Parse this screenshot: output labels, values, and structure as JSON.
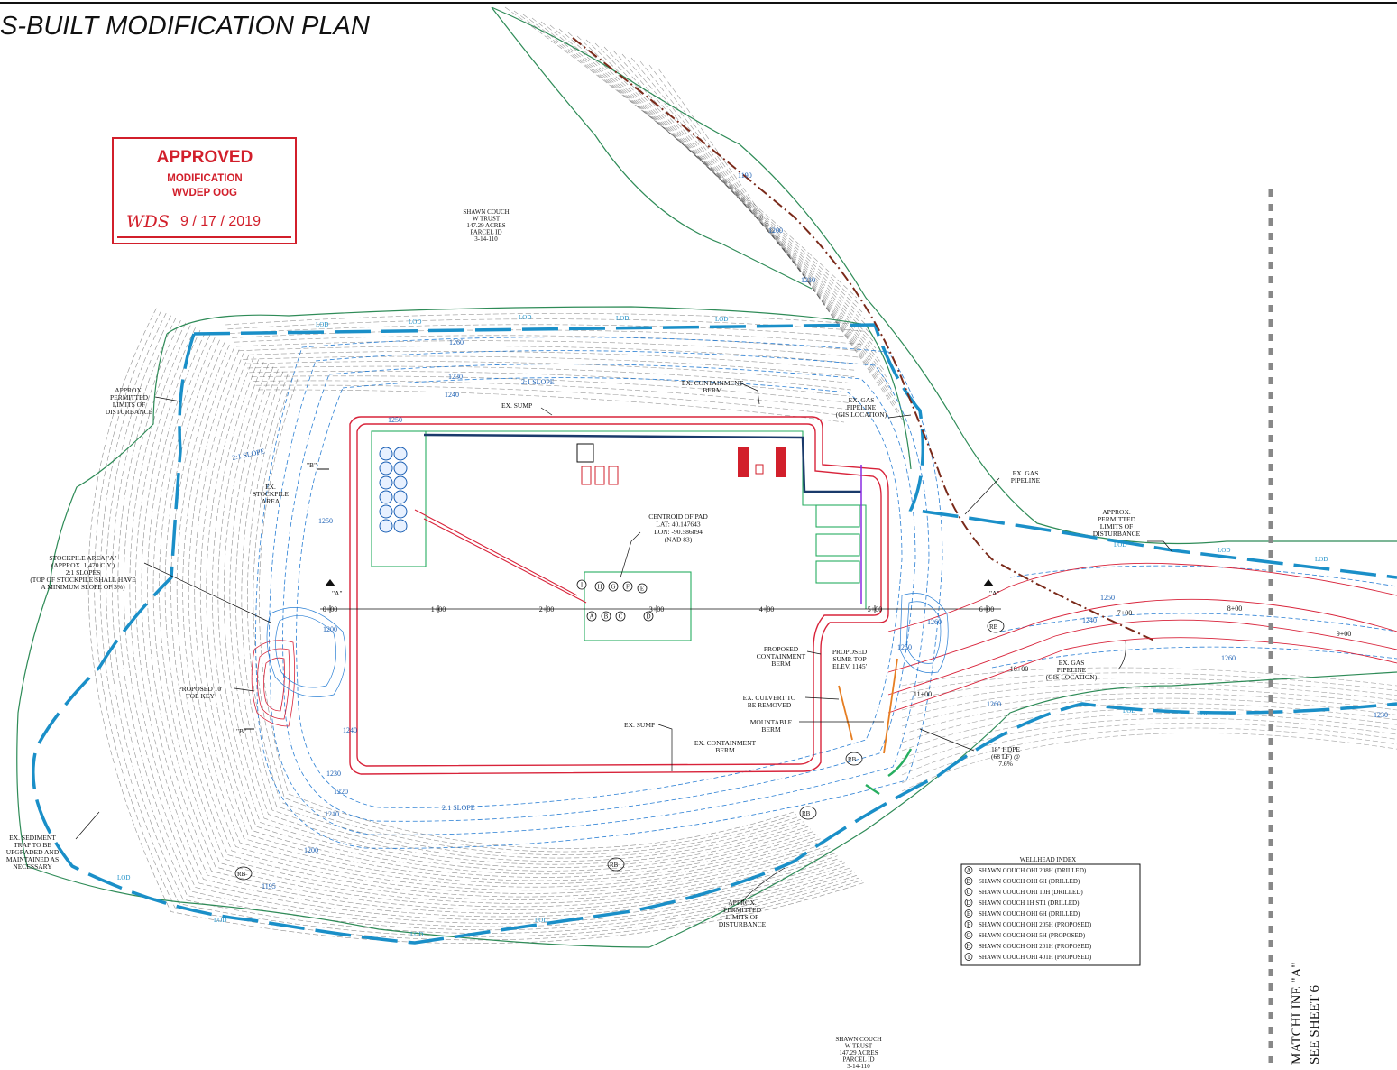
{
  "title": "S-BUILT MODIFICATION PLAN",
  "stamp": {
    "heading": "APPROVED",
    "line1": "MODIFICATION",
    "line2": "WVDEP OOG",
    "initials": "WDS",
    "date": "9 / 17 / 2019"
  },
  "parcel_top": [
    "SHAWN COUCH",
    "W TRUST",
    "147.29 ACRES",
    "PARCEL ID",
    "3-14-110"
  ],
  "parcel_bottom": [
    "SHAWN COUCH",
    "W TRUST",
    "147.29 ACRES",
    "PARCEL ID",
    "3-14-110"
  ],
  "callouts": {
    "lod_left": [
      "APPROX.",
      "PERMITTED",
      "LIMITS OF",
      "DISTURBANCE"
    ],
    "lod_right": [
      "APPROX.",
      "PERMITTED",
      "LIMITS OF",
      "DISTURBANCE"
    ],
    "lod_bottom": [
      "APPROX.",
      "PERMITTED",
      "LIMITS OF",
      "DISTURBANCE"
    ],
    "stockpile_ex": [
      "EX.",
      "STOCKPILE",
      "AREA"
    ],
    "stockpile_a": [
      "STOCKPILE AREA \"A\"",
      "(APPROX. 1,470 C.Y.)",
      "2:1 SLOPES",
      "(TOP OF STOCKPILE SHALL HAVE",
      "A MINIMUM SLOPE OF 3%)"
    ],
    "toe_key": [
      "PROPOSED 10'",
      "TOE KEY"
    ],
    "sediment_trap": [
      "EX. SEDIMENT",
      "TRAP TO BE",
      "UPGRADED AND",
      "MAINTAINED AS",
      "NECESSARY"
    ],
    "ex_sump_top": "EX. SUMP",
    "ex_sump_bottom": "EX. SUMP",
    "containment_top": [
      "EX. CONTAINMENT",
      "BERM"
    ],
    "containment_bottom": [
      "EX. CONTAINMENT",
      "BERM"
    ],
    "gas_pipeline_gis": [
      "EX. GAS",
      "PIPELINE",
      "(GIS LOCATION)"
    ],
    "gas_pipeline": [
      "EX. GAS",
      "PIPELINE"
    ],
    "gas_pipeline_right": [
      "EX. GAS",
      "PIPELINE",
      "(GIS LOCATION)"
    ],
    "centroid": [
      "CENTROID OF PAD",
      "LAT: 40.147643",
      "LON: -90.586894",
      "(NAD 83)"
    ],
    "proposed_containment": [
      "PROPOSED",
      "CONTAINMENT",
      "BERM"
    ],
    "proposed_sump": [
      "PROPOSED",
      "SUMP. TOP",
      "ELEV. 1145'"
    ],
    "culvert": [
      "EX. CULVERT TO",
      "BE REMOVED"
    ],
    "mountable": [
      "MOUNTABLE",
      "BERM"
    ],
    "hdpe": [
      "18\" HDPE",
      "(68 LF) @",
      "7.6%"
    ],
    "slope_top": "2:1 SLOPE",
    "slope_bottom": "2:1 SLOPE",
    "slope_left": "2:1 SLOPE"
  },
  "section_marks": [
    "\"A\"",
    "\"A\"",
    "\"B\"",
    "\"B\""
  ],
  "stations": [
    "0+00",
    "1+00",
    "2+00",
    "3+00",
    "4+00",
    "5+00",
    "6+00",
    "7+00",
    "8+00",
    "9+00",
    "10+00",
    "11+00"
  ],
  "contours": [
    "1190",
    "1200",
    "1210",
    "1260",
    "1230",
    "1240",
    "1250",
    "1200",
    "1260",
    "1250",
    "1240",
    "1230",
    "1220",
    "1210",
    "1200",
    "1195",
    "1250",
    "1260",
    "1260",
    "1250",
    "1240",
    "1230"
  ],
  "lod_text": "LOD",
  "rb_marks": [
    "RB",
    "RB",
    "RB",
    "RB",
    "RB"
  ],
  "wellhead_letters": [
    "A",
    "B",
    "C",
    "D",
    "E",
    "F",
    "G",
    "H",
    "I"
  ],
  "wellhead_index": {
    "title": "WELLHEAD INDEX",
    "rows": [
      {
        "id": "A",
        "text": "SHAWN COUCH OHI 208H (DRILLED)"
      },
      {
        "id": "B",
        "text": "SHAWN COUCH OHI 6H (DRILLED)"
      },
      {
        "id": "C",
        "text": "SHAWN COUCH OHI 10H (DRILLED)"
      },
      {
        "id": "D",
        "text": "SHAWN COUCH 1H ST1 (DRILLED)"
      },
      {
        "id": "E",
        "text": "SHAWN COUCH OHI 6H (DRILLED)"
      },
      {
        "id": "F",
        "text": "SHAWN COUCH OHI 205H (PROPOSED)"
      },
      {
        "id": "G",
        "text": "SHAWN COUCH OHI 5H (PROPOSED)"
      },
      {
        "id": "H",
        "text": "SHAWN COUCH OHI 201H (PROPOSED)"
      },
      {
        "id": "I",
        "text": "SHAWN COUCH OHI 401H (PROPOSED)"
      }
    ]
  },
  "matchline": [
    "MATCHLINE \"A\"",
    "SEE SHEET 6"
  ],
  "colors": {
    "lod": "#1a8fc8",
    "contour_existing": "#222222",
    "contour_proposed": "#2a7fd4",
    "berm": "#d8233a",
    "pipeline": "#7a2a1a",
    "treeline": "#2e8b57",
    "stamp": "#d21f2b"
  }
}
